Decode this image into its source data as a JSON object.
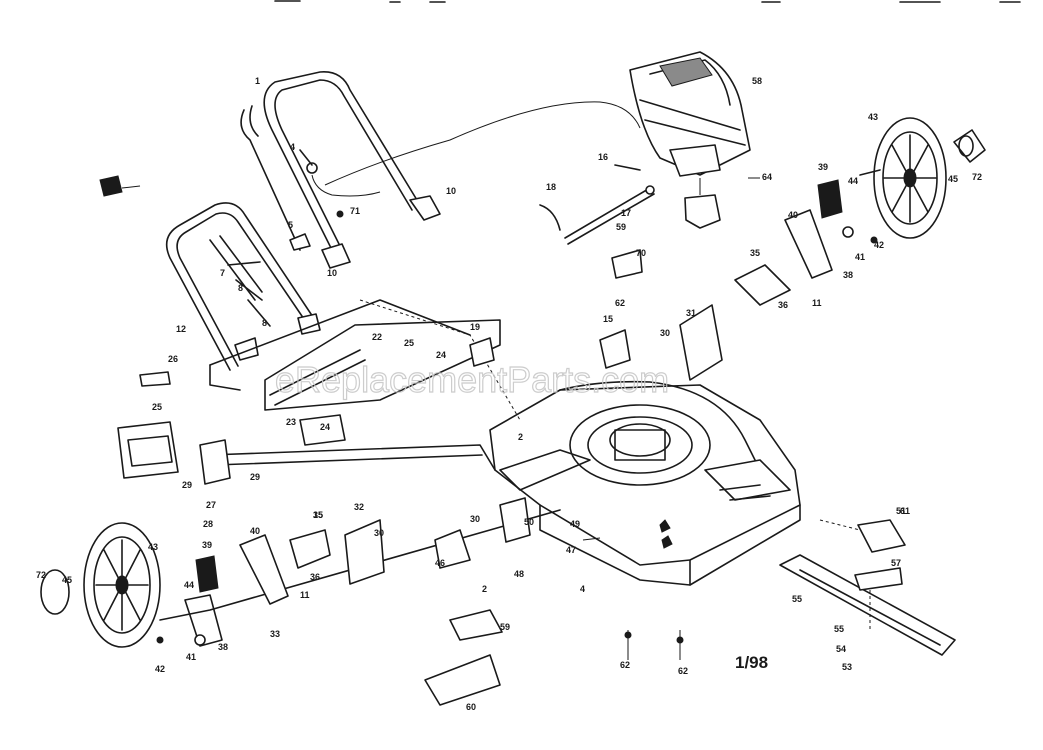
{
  "watermark": "eReplacementParts.com",
  "date_code": "1/98",
  "part_labels": [
    "1",
    "2",
    "4",
    "5",
    "7",
    "8",
    "10",
    "11",
    "12",
    "15",
    "16",
    "17",
    "18",
    "19",
    "22",
    "23",
    "24",
    "25",
    "26",
    "27",
    "28",
    "29",
    "30",
    "31",
    "32",
    "33",
    "35",
    "36",
    "38",
    "39",
    "40",
    "41",
    "42",
    "43",
    "44",
    "45",
    "46",
    "47",
    "48",
    "49",
    "50",
    "51",
    "53",
    "54",
    "55",
    "57",
    "58",
    "59",
    "60",
    "61",
    "62",
    "64",
    "70",
    "71",
    "72"
  ]
}
